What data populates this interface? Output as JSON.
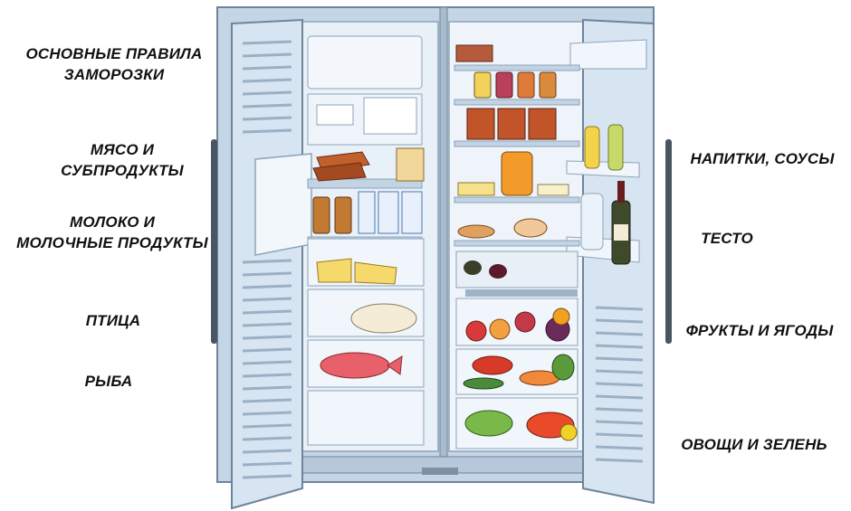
{
  "labels": {
    "freeze_rules": [
      "ОСНОВНЫЕ ПРАВИЛА",
      "ЗАМОРОЗКИ"
    ],
    "meat": [
      "МЯСО И",
      "СУБПРОДУКТЫ"
    ],
    "dairy": [
      "МОЛОКО И",
      "МОЛОЧНЫЕ ПРОДУКТЫ"
    ],
    "poultry": [
      "ПТИЦА"
    ],
    "fish": [
      "РЫБА"
    ],
    "drinks": [
      "НАПИТКИ, СОУСЫ"
    ],
    "dough": [
      "ТЕСТО"
    ],
    "fruits": [
      "ФРУКТЫ И ЯГОДЫ"
    ],
    "vegetables": [
      "ОВОЩИ И ЗЕЛЕНЬ"
    ]
  },
  "colors": {
    "frame": "#9fb3c6",
    "interior": "#e4eef7",
    "door": "#d3e2f0",
    "shelf": "#c2d3e3",
    "handle": "#4a5563"
  }
}
